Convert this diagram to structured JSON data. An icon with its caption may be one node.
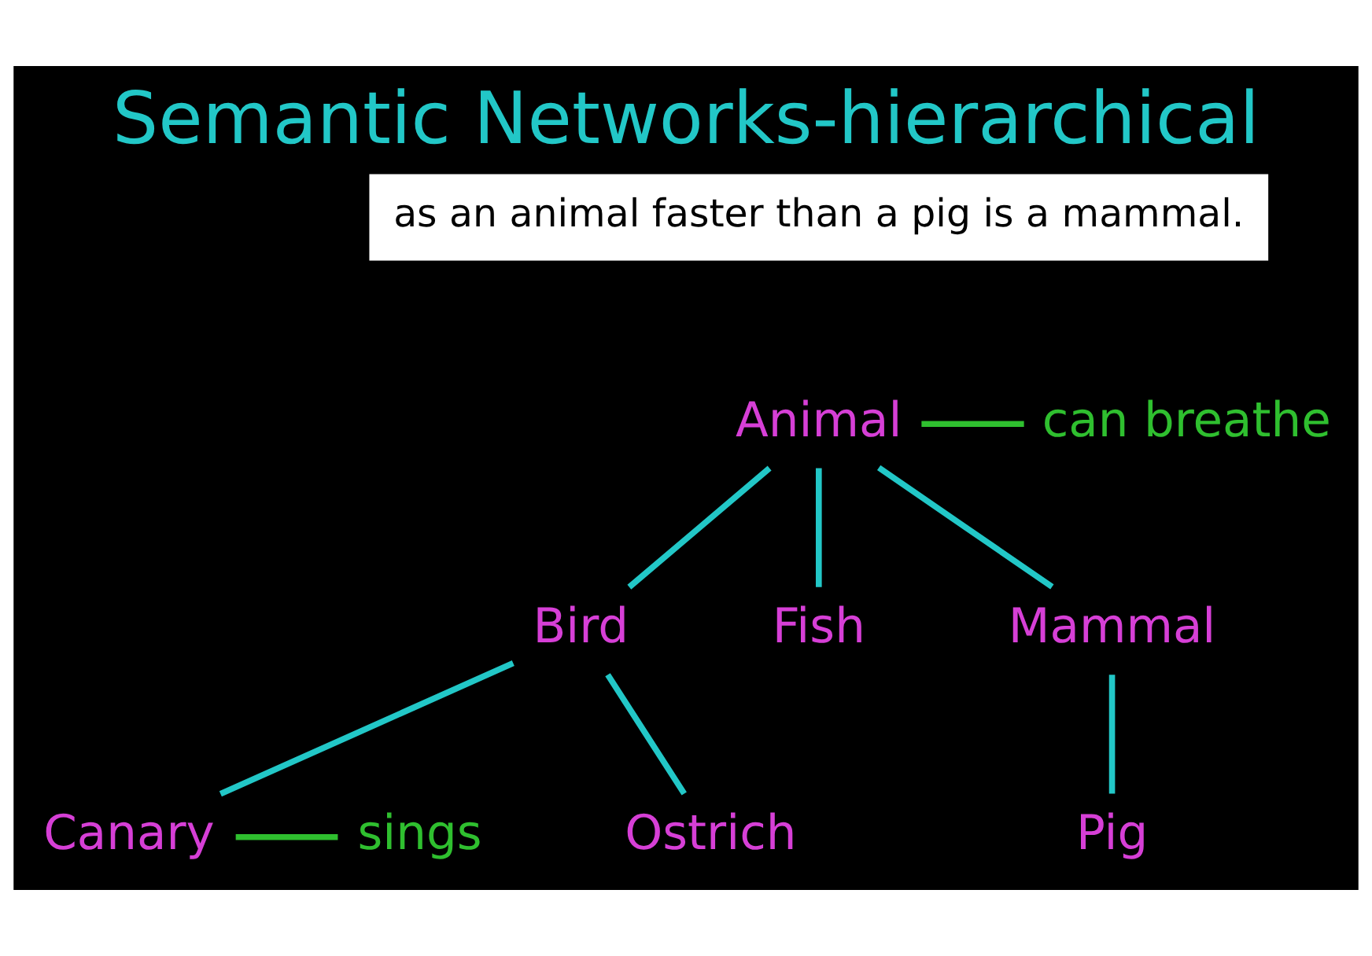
{
  "diagram": {
    "title": "Semantic Networks-hierarchical",
    "nodes": [
      {
        "text": [
          "Animal"
        ]
      },
      {
        "text": [
          "can breathe"
        ]
      },
      {
        "text": [
          "Bird"
        ]
      },
      {
        "text": [
          "Fish"
        ]
      },
      {
        "text": [
          "Mammal"
        ]
      },
      {
        "text": [
          "Canary"
        ]
      },
      {
        "text": [
          "sings"
        ]
      },
      {
        "text": [
          "Ostrich"
        ]
      },
      {
        "text": [
          "Pig"
        ]
      }
    ],
    "edges": [
      {
        "from": 0,
        "to": 1,
        "arrow": "none",
        "color": "#2fbf2f"
      },
      {
        "from": 0,
        "to": 2,
        "arrow": "none"
      },
      {
        "from": 0,
        "to": 3,
        "arrow": "none"
      },
      {
        "from": 0,
        "to": 4,
        "arrow": "none"
      },
      {
        "from": 2,
        "to": 5,
        "arrow": "none"
      },
      {
        "from": 5,
        "to": 6,
        "arrow": "none",
        "color": "#2fbf2f"
      },
      {
        "from": 2,
        "to": 7,
        "arrow": "none"
      },
      {
        "from": 4,
        "to": 8,
        "arrow": "none"
      }
    ],
    "labels": [
      "as an animal faster than a pig is a mammal."
    ]
  }
}
